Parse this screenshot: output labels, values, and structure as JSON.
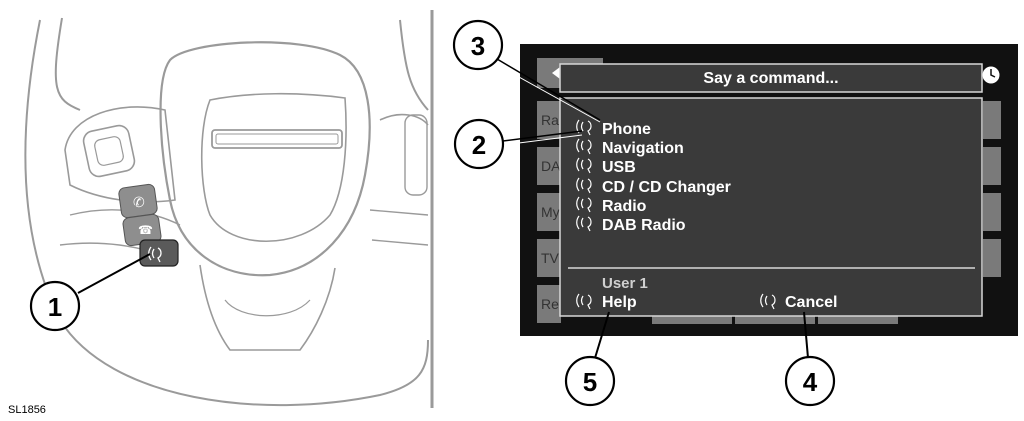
{
  "colors": {
    "screen_bg": "#111111",
    "panel_bg": "#3a3a3a",
    "side_button": "#7a7a7a",
    "text_white": "#ffffff",
    "line_gray": "#d8d8d8"
  },
  "icons": {
    "voice": "voice-command-icon",
    "phone": "phone-icon",
    "hangup": "hangup-icon",
    "clock": "clock-icon"
  },
  "display": {
    "title": "Say a command...",
    "commands": [
      "Phone",
      "Navigation",
      "USB",
      "CD / CD Changer",
      "Radio",
      "DAB Radio"
    ],
    "user": "User 1",
    "help": "Help",
    "cancel": "Cancel",
    "side_labels": [
      "Ra",
      "DA",
      "My",
      "TV",
      "Re"
    ]
  },
  "callouts": [
    "1",
    "2",
    "3",
    "4",
    "5"
  ],
  "reference": "SL1856"
}
